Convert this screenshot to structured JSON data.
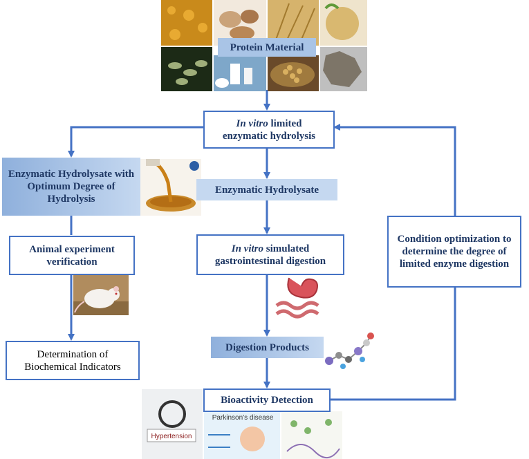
{
  "nodes": {
    "protein_material": "Protein Material",
    "hydrolysis_line1": "In vitro",
    "hydrolysis_line2": " limited",
    "hydrolysis_line3": "enzymatic hydrolysis",
    "optimum_hydrolysate": "Enzymatic Hydrolysate with Optimum Degree of Hydrolysis",
    "enzymatic_hydrolysate": "Enzymatic Hydrolysate",
    "animal_experiment": "Animal experiment verification",
    "simulated_line1": "In vitro",
    "simulated_line2": " simulated",
    "simulated_line3": "gastrointestinal digestion",
    "condition_optimization": "Condition optimization to determine the degree of limited enzyme digestion",
    "biochemical_indicators": "Determination of Biochemical Indicators",
    "digestion_products": "Digestion Products",
    "bioactivity_detection": "Bioactivity Detection"
  },
  "image_labels": {
    "hypertension": "Hypertension",
    "parkinsons": "Parkinson's disease"
  },
  "colors": {
    "arrow": "#4472c4",
    "box_border": "#4472c4",
    "box_fill": "#a9c4e6",
    "text": "#1f3864"
  }
}
